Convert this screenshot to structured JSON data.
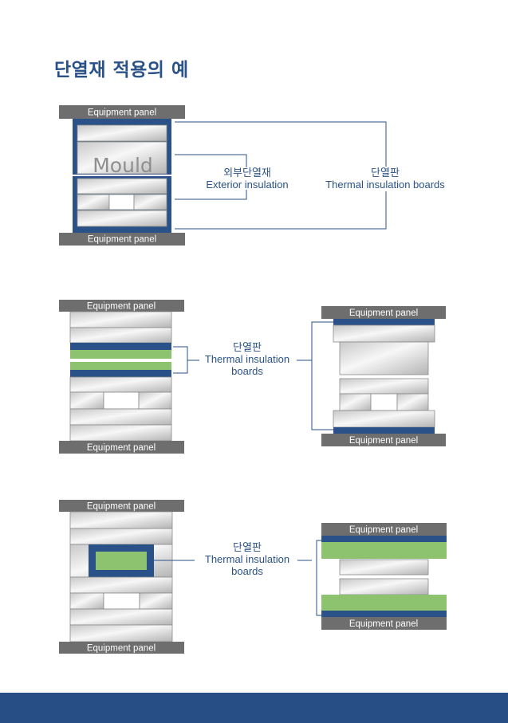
{
  "page": {
    "title": "단열재 적용의 예"
  },
  "labels": {
    "equipment_panel": "Equipment panel",
    "mould": "Mould",
    "exterior_kr": "외부단열재",
    "exterior_en": "Exterior insulation",
    "board_kr": "단열판",
    "board_en": "Thermal insulation boards",
    "board_en_line1": "Thermal insulation",
    "board_en_line2": "boards"
  },
  "colors": {
    "navy": "#2a5288",
    "panel_gray": "#6e6e6e",
    "green": "#8dc26f",
    "footer": "#274f86"
  }
}
